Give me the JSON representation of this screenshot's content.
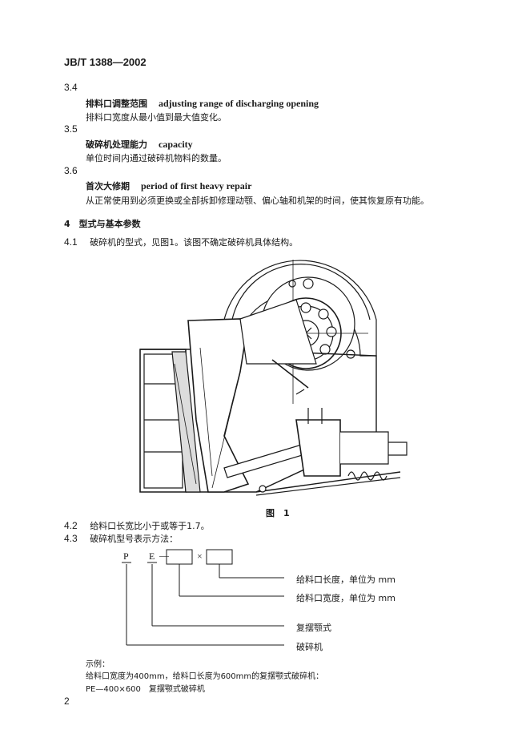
{
  "header": {
    "code": "JB/T 1388—2002"
  },
  "sections": [
    {
      "num": "3.4",
      "zh": "排料口调整范围",
      "en": "adjusting range of discharging opening",
      "def": "排料口宽度从最小值到最大值变化。"
    },
    {
      "num": "3.5",
      "zh": "破碎机处理能力",
      "en": "capacity",
      "def": "单位时间内通过破碎机物料的数量。"
    },
    {
      "num": "3.6",
      "zh": "首次大修期",
      "en": "period of first heavy repair",
      "def": "从正常使用到必须更换或全部拆卸修理动颚、偏心轴和机架的时间，使其恢复原有功能。"
    }
  ],
  "section4": {
    "title": "4　型式与基本参数"
  },
  "clause41": {
    "num": "4.1",
    "text": "破碎机的型式，见图1。该图不确定破碎机具体结构。"
  },
  "figure": {
    "caption": "图　1"
  },
  "clause42": {
    "num": "4.2",
    "text": "给料口长宽比小于或等于1.7。"
  },
  "clause43": {
    "num": "4.3",
    "text": "破碎机型号表示方法："
  },
  "model_code": {
    "p": "P",
    "e": "E",
    "dash": "—",
    "times": "×",
    "labels": [
      "给料口长度，单位为 mm",
      "给料口宽度，单位为 mm",
      "复摆颚式",
      "破碎机"
    ]
  },
  "example": {
    "label": "示例：",
    "line1": "给料口宽度为400mm，给料口长度为600mm的复摆颚式破碎机：",
    "line2": "PE—400×600　复摆颚式破碎机"
  },
  "page_number": "2"
}
